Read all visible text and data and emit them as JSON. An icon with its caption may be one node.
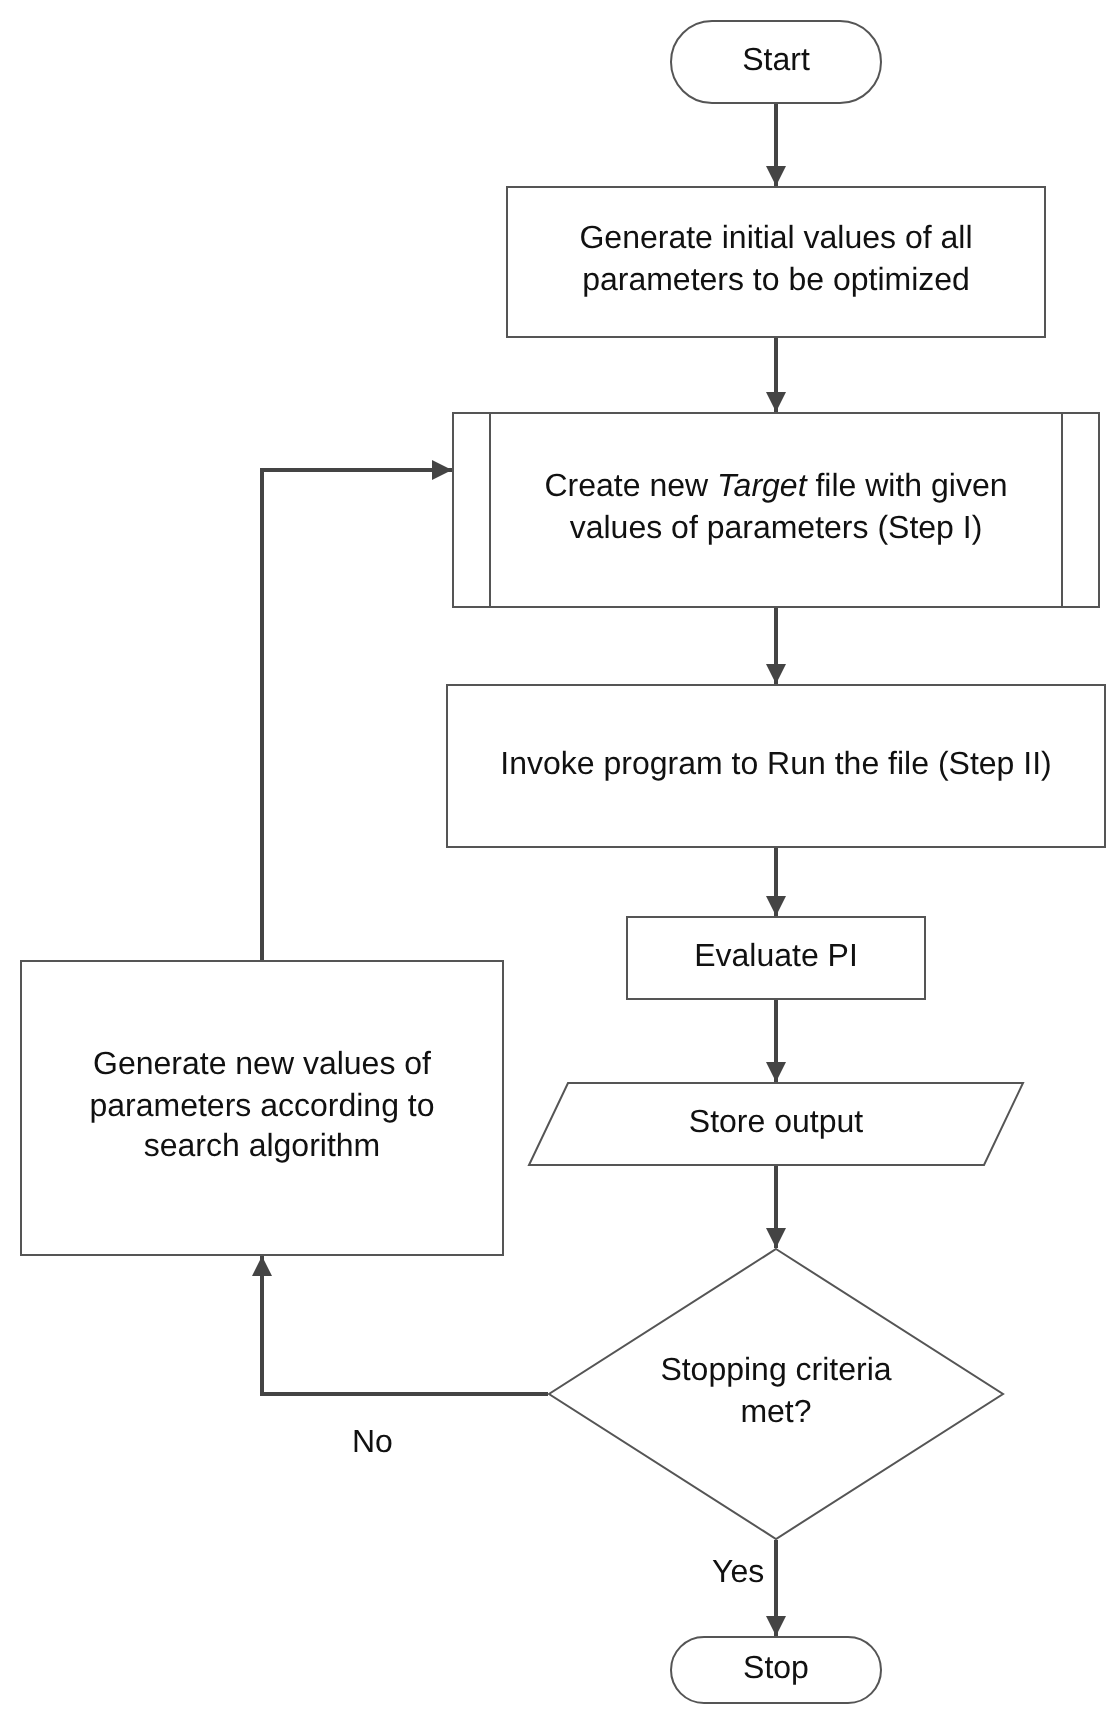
{
  "diagram": {
    "nodes": [
      {
        "text": [
          "Start"
        ]
      },
      {
        "text": [
          "Generate initial values of all parameters to be optimized"
        ]
      },
      {
        "text": [
          "Create new *Target* file with given values of parameters (Step I)"
        ]
      },
      {
        "text": [
          "Invoke program to Run the file (Step II)"
        ]
      },
      {
        "text": [
          "Evaluate PI"
        ]
      },
      {
        "text": [
          "Store output"
        ]
      },
      {
        "text": [
          "Stopping criteria met?"
        ]
      },
      {
        "text": [
          "Stop"
        ]
      },
      {
        "text": [
          "Generate new values of parameters according to search algorithm"
        ]
      }
    ],
    "edges": [
      {
        "from": 0,
        "to": 1,
        "arrow": "to"
      },
      {
        "from": 1,
        "to": 2,
        "arrow": "to"
      },
      {
        "from": 2,
        "to": 3,
        "arrow": "to"
      },
      {
        "from": 3,
        "to": 4,
        "arrow": "to"
      },
      {
        "from": 4,
        "to": 5,
        "arrow": "to"
      },
      {
        "from": 5,
        "to": 6,
        "arrow": "to"
      },
      {
        "from": 6,
        "to": 7,
        "arrow": "to",
        "label": "Yes"
      },
      {
        "from": 6,
        "to": 8,
        "arrow": "to",
        "label": "No"
      },
      {
        "from": 8,
        "to": 2,
        "arrow": "to"
      }
    ]
  }
}
